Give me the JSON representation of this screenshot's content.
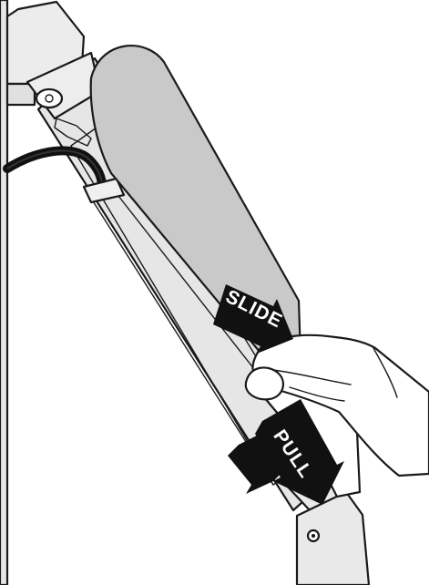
{
  "labels": {
    "slide": "SLIDE",
    "pull": "PULL"
  },
  "colors": {
    "cover_panel": "#c9c9c9",
    "arm_body": "#e6e6e6",
    "arm_channel": "#d6d6d6",
    "arrow_fill": "#111111",
    "outline": "#1a1a1a",
    "background": "#ffffff"
  },
  "icons": {
    "slide": "arrow-slide-icon",
    "pull": "arrow-pull-icon",
    "hand": "hand-illustration",
    "cable": "cable-illustration"
  }
}
